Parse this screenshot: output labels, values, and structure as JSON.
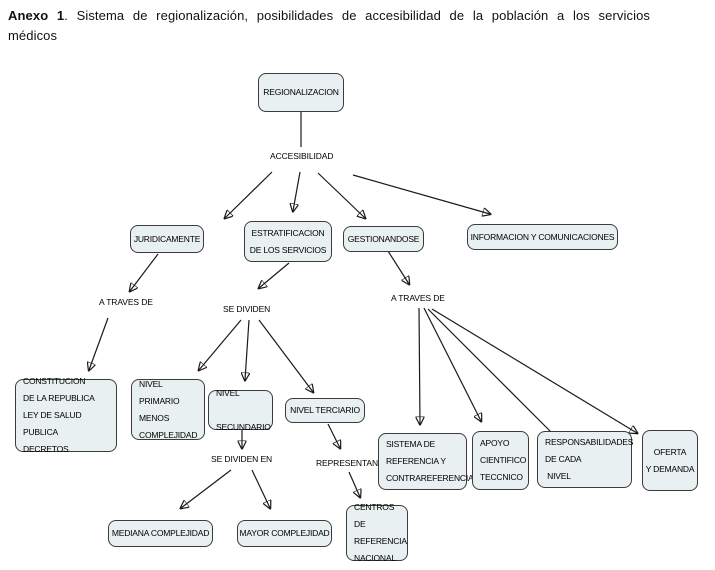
{
  "title": {
    "bold": "Anexo  1",
    "rest": ". Sistema de regionalización,  posibilidades  de accesibilidad  de la población  a los servicios médicos"
  },
  "colors": {
    "node_fill": "#e9f0f2",
    "node_border": "#3b3b3b",
    "line": "#1a1a1a",
    "background": "#ffffff",
    "text": "#000000"
  },
  "nodes": {
    "regionalizacion": {
      "label": "REGIONALIZACION"
    },
    "juridicamente": {
      "label": "JURIDICAMENTE"
    },
    "estratificacion": {
      "label": "ESTRATIFICACION\nDE LOS SERVICIOS"
    },
    "gestionandose": {
      "label": "GESTIONANDOSE"
    },
    "informacion": {
      "label": "INFORMACION Y COMUNICACIONES"
    },
    "constitucion": {
      "label": "CONSTITUCION\nDE LA REPUBLICA\nLEY DE SALUD PUBLICA\nDECRETOS"
    },
    "nivel_primario": {
      "label": "NIVEL PRIMARIO\nMENOS\nCOMPLEJIDAD"
    },
    "nivel_secundario": {
      "label": "NIVEL\n SECUNDARIO"
    },
    "nivel_terciario": {
      "label": "NIVEL TERCIARIO"
    },
    "mediana": {
      "label": "MEDIANA COMPLEJIDAD"
    },
    "mayor": {
      "label": "MAYOR COMPLEJIDAD"
    },
    "centros": {
      "label": "CENTROS DE\nREFERENCIA\nNACIONAL"
    },
    "sistema": {
      "label": "SISTEMA DE\nREFERENCIA Y\nCONTRAREFERENCIA"
    },
    "apoyo": {
      "label": "APOYO\nCIENTIFICO\nTECCNICO"
    },
    "responsabilidades": {
      "label": "RESPONSABILIDADES\nDE CADA\n NIVEL"
    },
    "oferta": {
      "label": "OFERTA\nY DEMANDA"
    }
  },
  "labels": {
    "accesibilidad": "ACCESIBILIDAD",
    "a_traves_de_left": "A TRAVES DE",
    "se_dividen": "SE DIVIDEN",
    "a_traves_de_right": "A TRAVES DE",
    "se_dividen_en": "SE DIVIDEN EN",
    "representan": "REPRESENTAN"
  }
}
